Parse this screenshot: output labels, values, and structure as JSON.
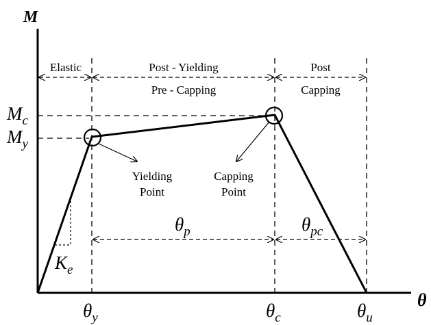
{
  "axes": {
    "y_label": "M",
    "x_label": "θ"
  },
  "regions": {
    "elastic": "Elastic",
    "post_yielding_line1": "Post - Yielding",
    "post_yielding_line2": "Pre - Capping",
    "post_capping_line1": "Post",
    "post_capping_line2": "Capping"
  },
  "points": {
    "yielding_line1": "Yielding",
    "yielding_line2": "Point",
    "capping_line1": "Capping",
    "capping_line2": "Point"
  },
  "symbols": {
    "M_c": {
      "base": "M",
      "sub": "c"
    },
    "M_y": {
      "base": "M",
      "sub": "y"
    },
    "theta_y": {
      "base": "θ",
      "sub": "y"
    },
    "theta_c": {
      "base": "θ",
      "sub": "c"
    },
    "theta_u": {
      "base": "θ",
      "sub": "u"
    },
    "theta_p": {
      "base": "θ",
      "sub": "p"
    },
    "theta_pc": {
      "base": "θ",
      "sub": "pc"
    },
    "K_e": {
      "base": "K",
      "sub": "e"
    }
  }
}
